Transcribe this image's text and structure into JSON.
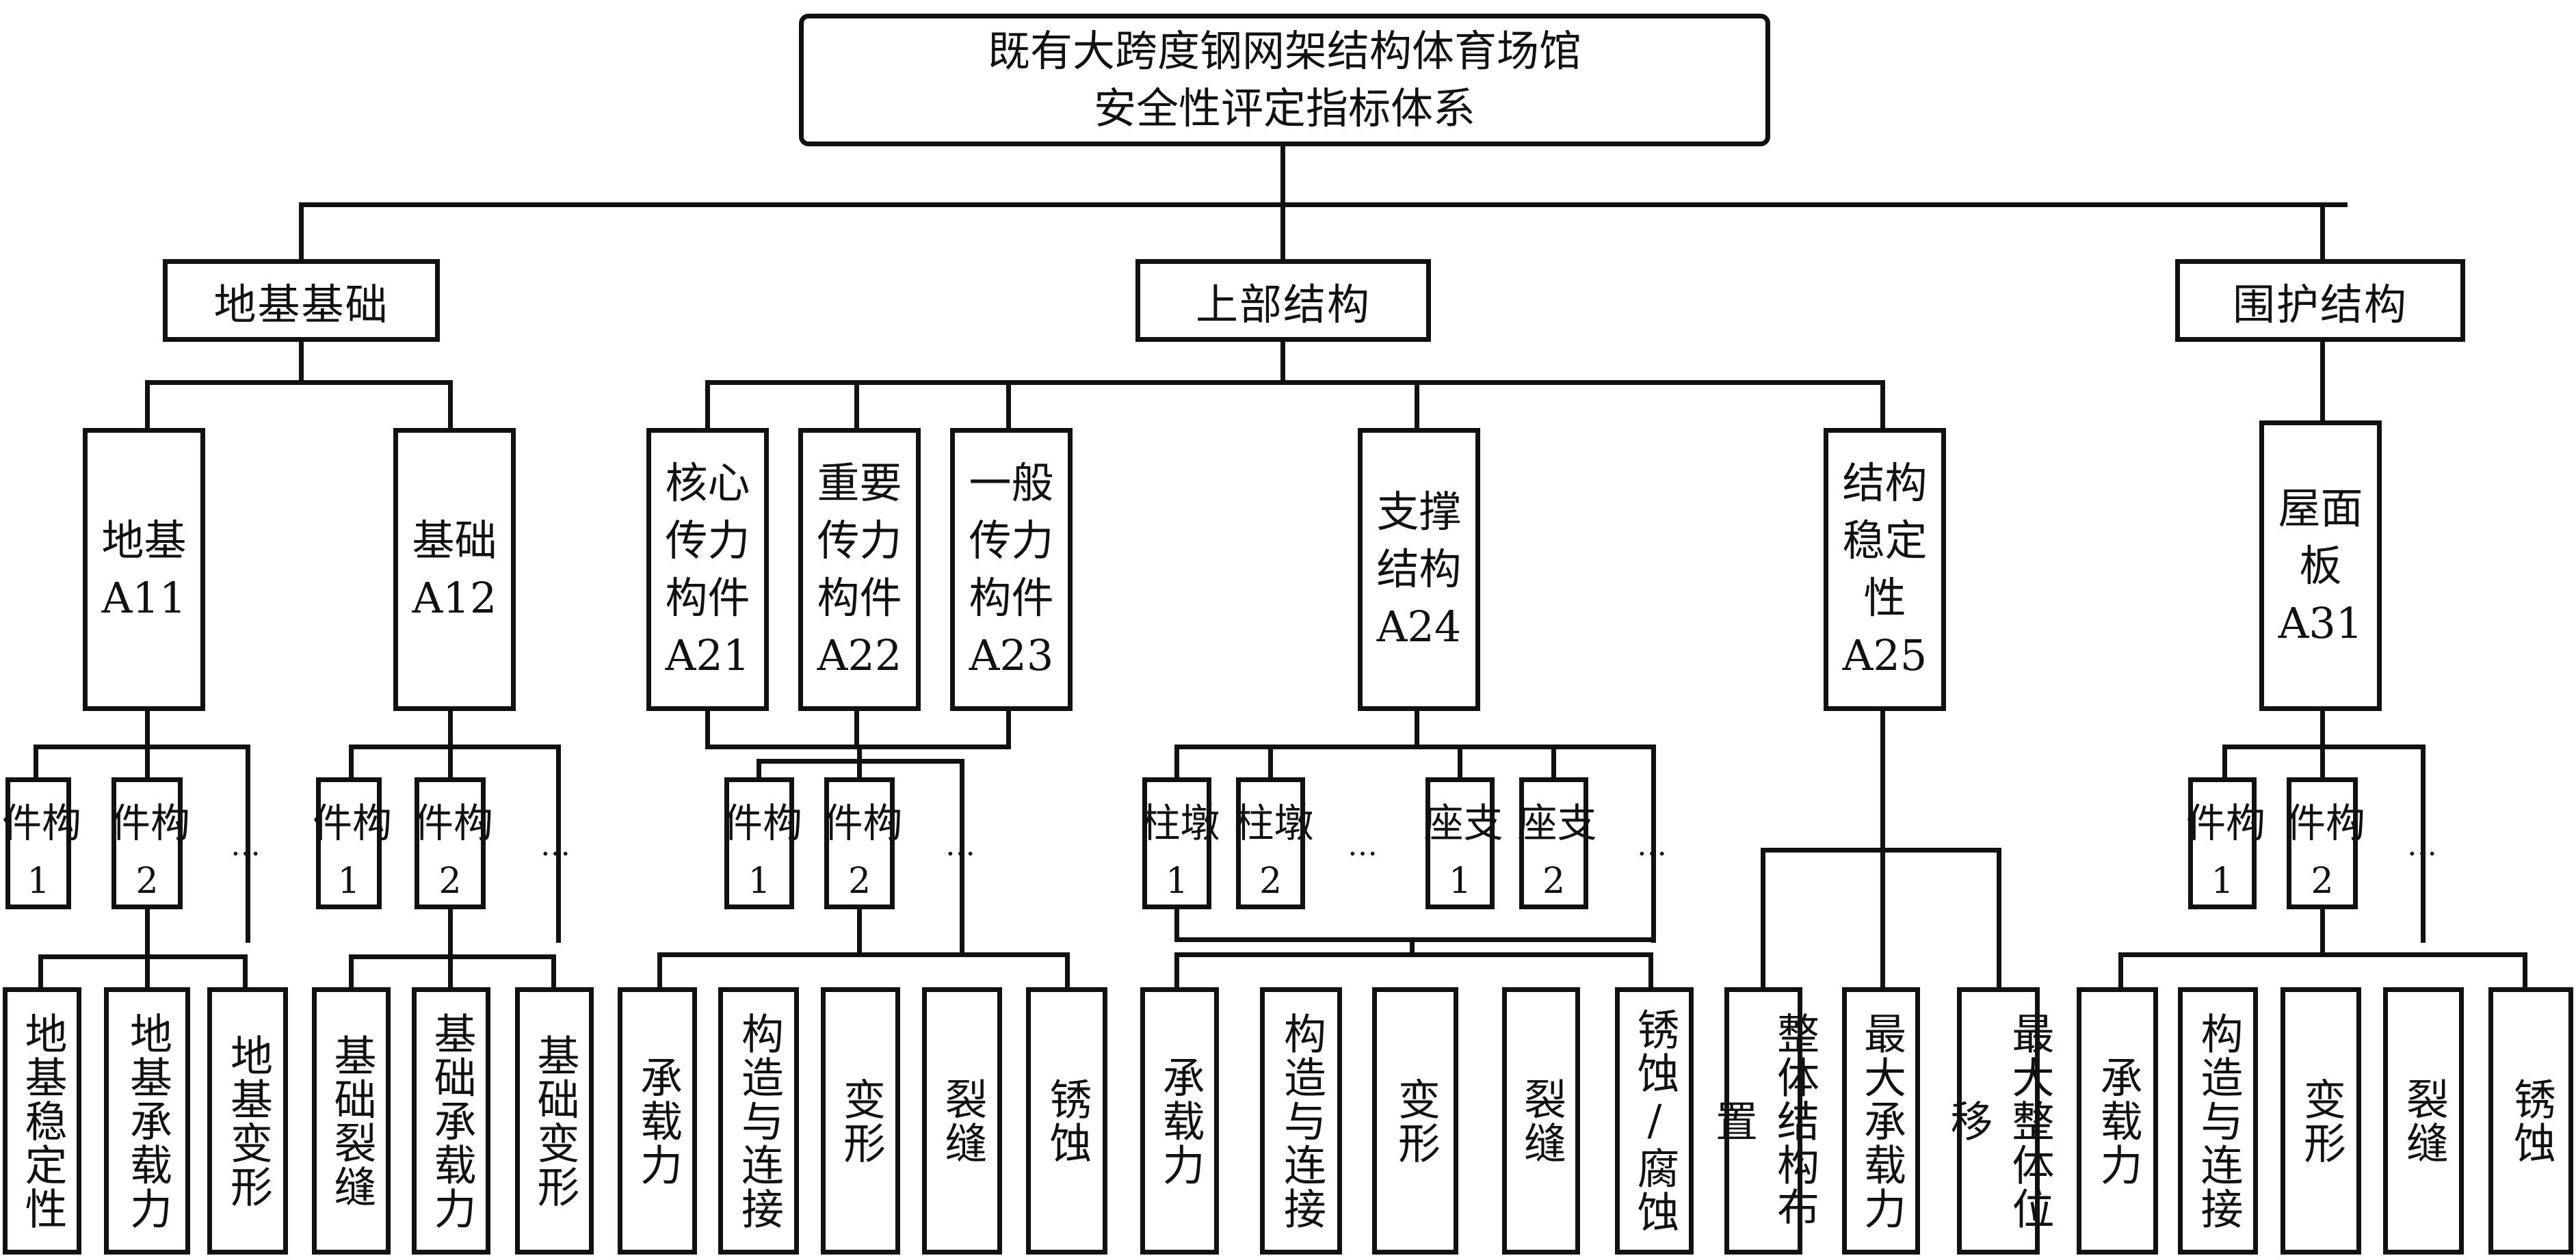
{
  "root": {
    "line1": "既有大跨度钢网架结构体育场馆",
    "line2": "安全性评定指标体系"
  },
  "categories": {
    "foundation": "地基基础",
    "upper": "上部结构",
    "enclosure": "围护结构"
  },
  "indicators": {
    "a11": [
      "地基",
      "A11"
    ],
    "a12": [
      "基础",
      "A12"
    ],
    "a21": [
      "核心",
      "传力",
      "构件",
      "A21"
    ],
    "a22": [
      "重要",
      "传力",
      "构件",
      "A22"
    ],
    "a23": [
      "一般",
      "传力",
      "构件",
      "A23"
    ],
    "a24": [
      "支撑",
      "结构",
      "A24"
    ],
    "a25": [
      "结构",
      "稳定",
      "性",
      "A25"
    ],
    "a31": [
      "屋面",
      "板",
      "A31"
    ]
  },
  "components": {
    "member": "构件",
    "pier": "墩柱",
    "bearing": "支座",
    "n1": "1",
    "n2": "2",
    "ellipsis": "…"
  },
  "criteria": {
    "g1": [
      "地基稳定性",
      "地基承载力",
      "地基变形"
    ],
    "g2": [
      "基础裂缝",
      "基础承载力",
      "基础变形"
    ],
    "g3": [
      "承载力",
      "构造与连接",
      "变形",
      "裂缝",
      "锈蚀"
    ],
    "g4": [
      "承载力",
      "构造与连接",
      "变形",
      "裂缝",
      "锈蚀/腐蚀"
    ],
    "g5": [
      "整体结构布置",
      "最大承载力",
      "最大整体位移"
    ],
    "g6": [
      "承载力",
      "构造与连接",
      "变形",
      "裂缝",
      "锈蚀"
    ]
  }
}
